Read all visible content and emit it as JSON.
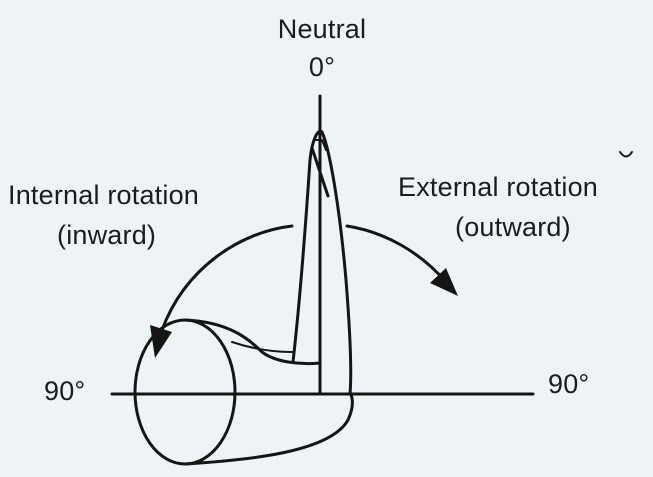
{
  "labels": {
    "neutral": "Neutral",
    "zero_degree": "0°",
    "internal_line1": "Internal rotation",
    "internal_line2": "(inward)",
    "external_line1": "External rotation",
    "external_line2": "(outward)",
    "left_90": "90°",
    "right_90": "90°"
  },
  "colors": {
    "background": "#eef3f6",
    "ink": "#151515"
  },
  "icons": {
    "internal_arrow": "curved-arrow-counterclockwise",
    "external_arrow": "curved-arrow-clockwise"
  }
}
